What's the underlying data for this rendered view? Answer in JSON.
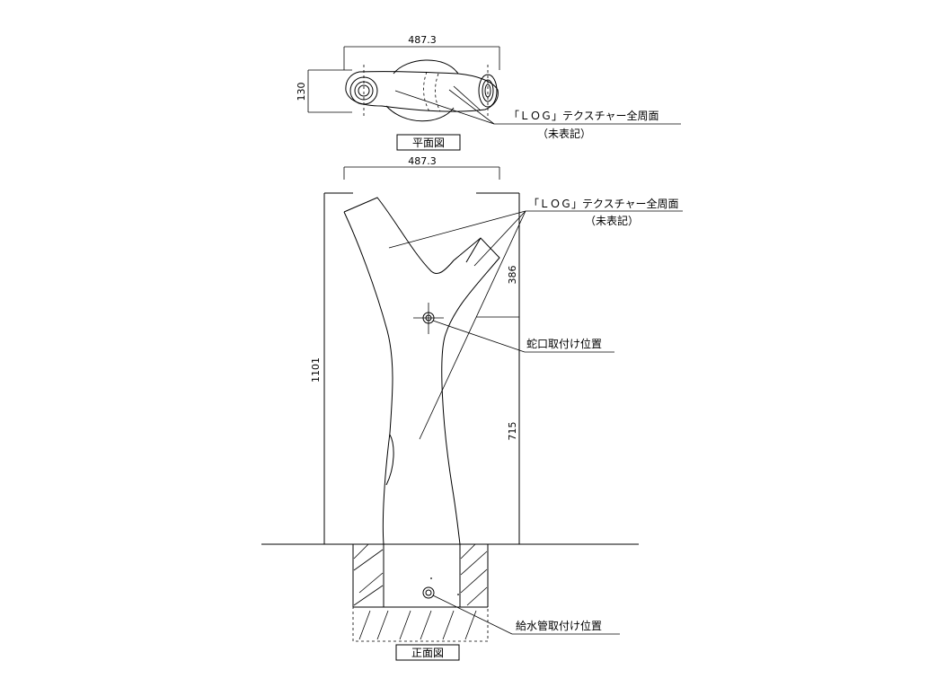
{
  "plan_view": {
    "title": "平面図",
    "dim_width": "487.3",
    "dim_height": "130",
    "callout_line1": "「ＬＯＧ」テクスチャー全周面",
    "callout_line2": "（未表記）"
  },
  "front_view": {
    "title": "正面図",
    "dim_width": "487.3",
    "dim_total_height": "1101",
    "dim_top_to_faucet": "386",
    "dim_faucet_height": "715",
    "callout_texture_line1": "「ＬＯＧ」テクスチャー全周面",
    "callout_texture_line2": "（未表記）",
    "callout_faucet": "蛇口取付け位置",
    "callout_supply": "給水管取付け位置"
  }
}
